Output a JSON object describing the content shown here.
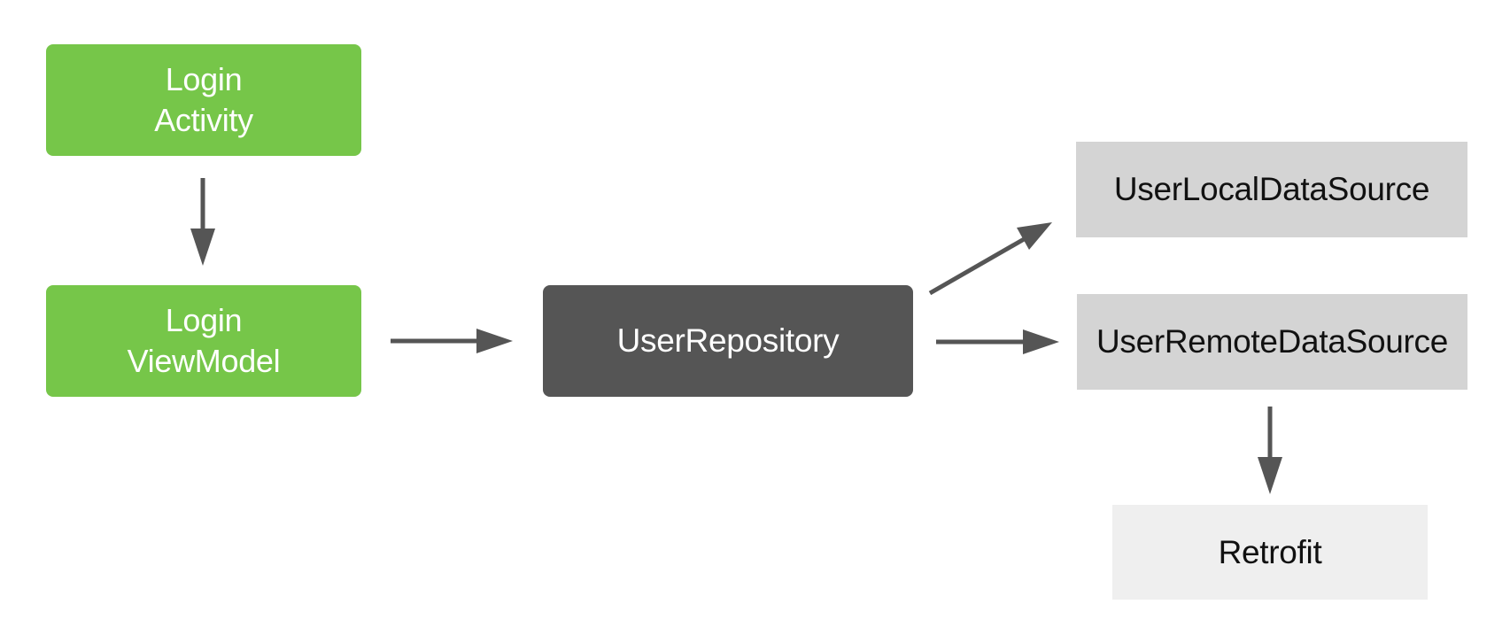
{
  "nodes": {
    "login_activity": "Login\nActivity",
    "login_viewmodel": "Login\nViewModel",
    "user_repository": "UserRepository",
    "user_local_data_source": "UserLocalDataSource",
    "user_remote_data_source": "UserRemoteDataSource",
    "retrofit": "Retrofit"
  },
  "edges": [
    {
      "from": "login_activity",
      "to": "login_viewmodel"
    },
    {
      "from": "login_viewmodel",
      "to": "user_repository"
    },
    {
      "from": "user_repository",
      "to": "user_local_data_source"
    },
    {
      "from": "user_repository",
      "to": "user_remote_data_source"
    },
    {
      "from": "user_remote_data_source",
      "to": "retrofit"
    }
  ],
  "colors": {
    "ui_layer": "#76c649",
    "repository": "#555555",
    "data_source": "#d4d4d4",
    "library": "#efefef",
    "arrow": "#555555"
  }
}
